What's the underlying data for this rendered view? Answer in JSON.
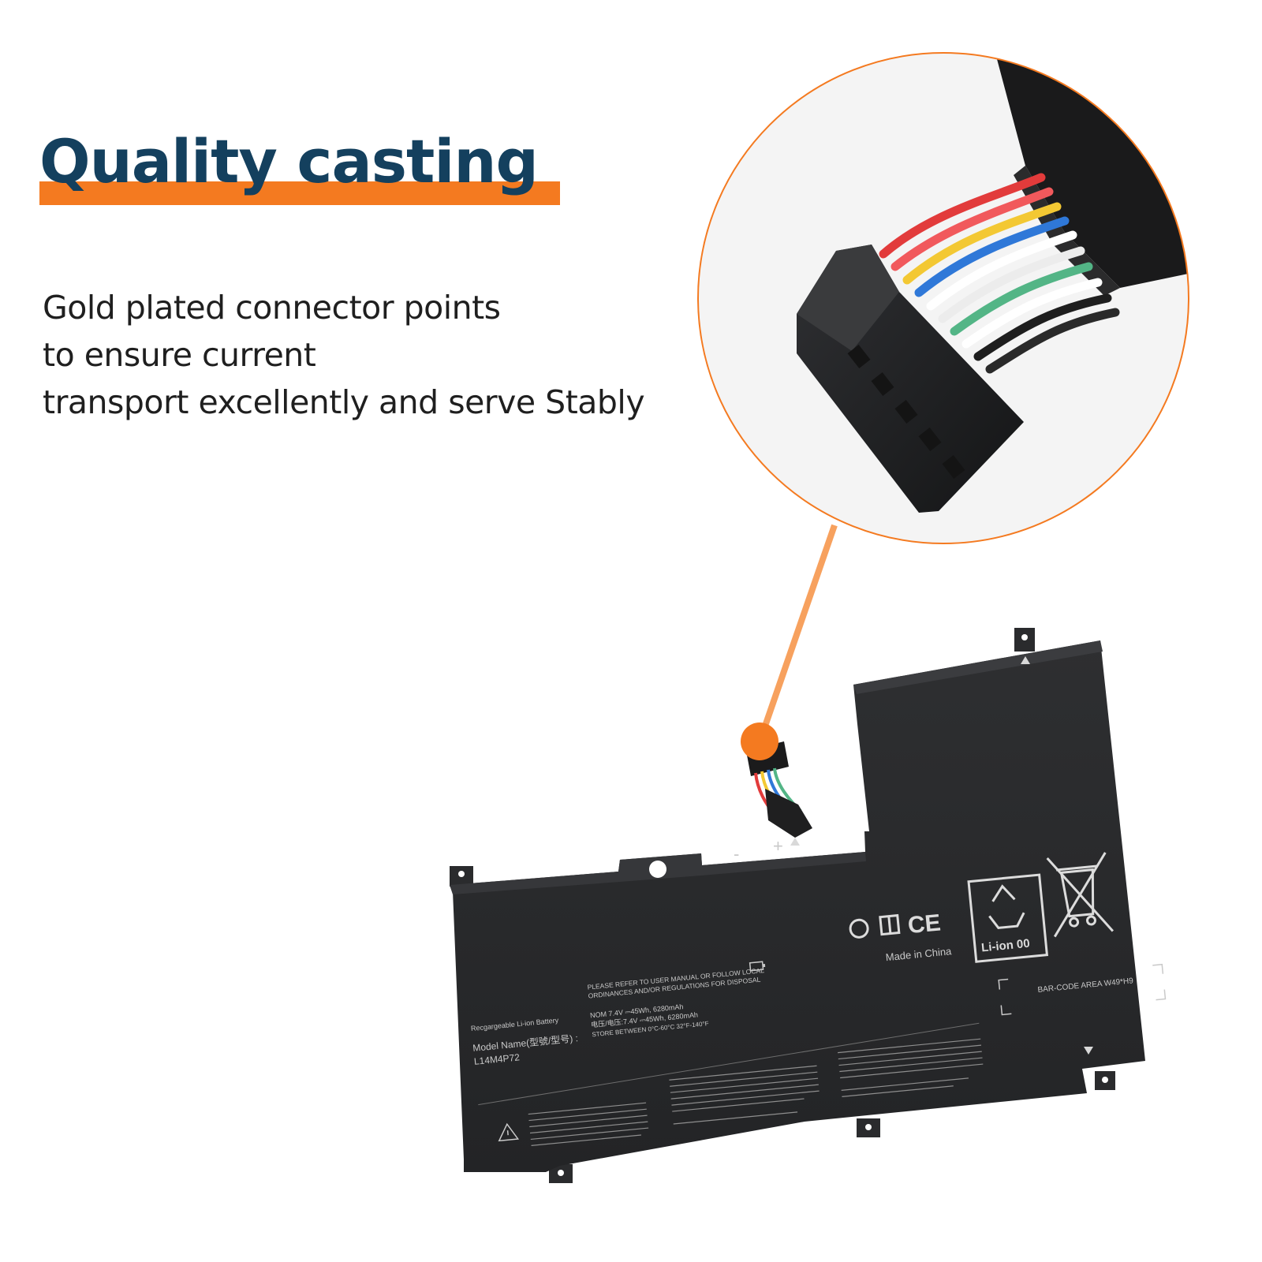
{
  "headline": "Quality casting",
  "description": {
    "lines": [
      "Gold plated connector points",
      "to ensure current",
      "transport excellently and serve Stably"
    ]
  },
  "colors": {
    "accent": "#f47a20",
    "headline": "#14405e",
    "battery": "#2a2b2d"
  },
  "battery_label": {
    "product_type": "Recgargeable Li-ion Battery",
    "model_name_label": "Model Name(型號/型号) :",
    "model_number": "L14M4P72",
    "warning_1": "PLEASE REFER TO USER MANUAL OR FOLLOW LOCAL",
    "warning_2": "ORDINANCES AND/OR REGULATIONS FOR DISPOSAL",
    "nominal_1": "NOM 7.4V ⎓45Wh, 6280mAh",
    "nominal_2": "电压/电压:7.4V ⎓45Wh, 6280mAh",
    "storage": "STORE BETWEEN 0°C-60°C  32°F-140°F",
    "made_in": "Made in China",
    "barcode_area": "BAR-CODE AREA W49*H9",
    "recycle_text": "Li-ion 00",
    "terminal_minus": "-",
    "terminal_plus": "+"
  },
  "icons": [
    "ce-mark-icon",
    "recycle-icon",
    "crossed-bin-icon",
    "battery-symbol-icon",
    "warning-triangle-icon"
  ]
}
